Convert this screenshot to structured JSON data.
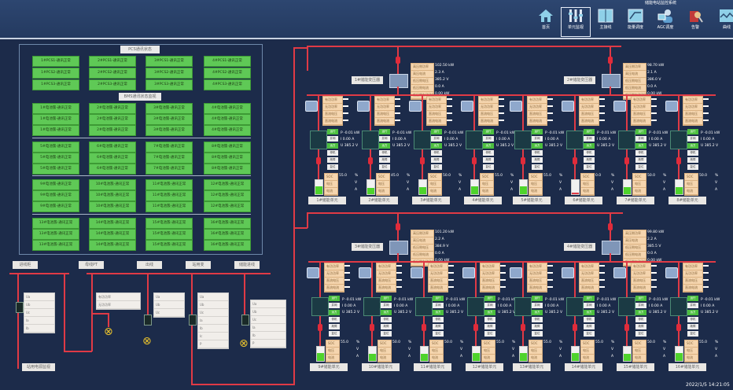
{
  "toolbar": {
    "items": [
      {
        "label": "首页",
        "icon": "home-icon"
      },
      {
        "label": "单元监视",
        "icon": "monitor-icon",
        "active": true
      },
      {
        "label": "主接线",
        "icon": "wiring-icon"
      },
      {
        "label": "能量调度",
        "icon": "dispatch-icon"
      },
      {
        "label": "AGC调度",
        "icon": "agc-icon"
      },
      {
        "label": "告警",
        "icon": "alarm-icon"
      },
      {
        "label": "曲线",
        "icon": "curve-icon"
      }
    ],
    "top_right_text": "储能电站监控系统"
  },
  "left_panel": {
    "section1_title": "PCS通讯状态",
    "section1_buttons": [
      "1#PCS1-通讯正常",
      "2#PCS1-通讯正常",
      "3#PCS1-通讯正常",
      "4#PCS1-通讯正常",
      "1#PCS2-通讯正常",
      "2#PCS2-通讯正常",
      "3#PCS2-通讯正常",
      "4#PCS2-通讯正常",
      "1#PCS3-通讯正常",
      "2#PCS3-通讯正常",
      "3#PCS3-通讯正常",
      "4#PCS3-通讯正常"
    ],
    "section2_title": "BMS通讯状态监视",
    "section2_groups": [
      [
        "1#电池簇-通讯正常",
        "2#电池簇-通讯正常",
        "3#电池簇-通讯正常",
        "4#电池簇-通讯正常",
        "1#电池簇-通讯正常",
        "2#电池簇-通讯正常",
        "3#电池簇-通讯正常",
        "4#电池簇-通讯正常",
        "1#电池簇-通讯正常",
        "2#电池簇-通讯正常",
        "3#电池簇-通讯正常",
        "4#电池簇-通讯正常"
      ],
      [
        "5#电池簇-通讯正常",
        "6#电池簇-通讯正常",
        "7#电池簇-通讯正常",
        "8#电池簇-通讯正常",
        "5#电池簇-通讯正常",
        "6#电池簇-通讯正常",
        "7#电池簇-通讯正常",
        "8#电池簇-通讯正常",
        "5#电池簇-通讯正常",
        "6#电池簇-通讯正常",
        "7#电池簇-通讯正常",
        "8#电池簇-通讯正常"
      ],
      [
        "9#电池簇-通讯正常",
        "10#电池簇-通讯正常",
        "11#电池簇-通讯正常",
        "12#电池簇-通讯正常",
        "9#电池簇-通讯正常",
        "10#电池簇-通讯正常",
        "11#电池簇-通讯正常",
        "12#电池簇-通讯正常",
        "9#电池簇-通讯正常",
        "10#电池簇-通讯正常",
        "11#电池簇-通讯正常",
        "12#电池簇-通讯正常"
      ],
      [
        "13#电池簇-通讯正常",
        "14#电池簇-通讯正常",
        "15#电池簇-通讯正常",
        "16#电池簇-通讯正常",
        "13#电池簇-通讯正常",
        "14#电池簇-通讯正常",
        "15#电池簇-通讯正常",
        "16#电池簇-通讯正常",
        "13#电池簇-通讯正常",
        "14#电池簇-通讯正常",
        "15#电池簇-通讯正常",
        "16#电池簇-通讯正常"
      ]
    ]
  },
  "feeder": {
    "labels": [
      "进线柜",
      "母线PT",
      "出线",
      "站用变",
      "储能进线"
    ],
    "bottom_label": "站用电源监视",
    "table1": [
      "Ua",
      "Ub",
      "Uc",
      "Ia",
      "Ib"
    ],
    "table2": [
      "有功功率",
      "无功功率"
    ],
    "table3": [
      "Ua",
      "Ub",
      "Uc"
    ],
    "table4": [
      "Ua",
      "Ub",
      "Uc",
      "Ia",
      "Ib",
      "Ic",
      "P"
    ],
    "table5": [
      "Ua",
      "Ub",
      "Uc",
      "Ia",
      "Ib",
      "P"
    ]
  },
  "units": [
    {
      "name": "1#储能变压器",
      "xfmr_rows": [
        "高压侧功率",
        "高压电流",
        "低压侧电压",
        "低压侧电流",
        "低压侧有功功率"
      ],
      "xfmr_vals": [
        "102.50 kW",
        "2.3 A",
        "385.2 V",
        "0.0 A",
        "0.00 kW"
      ]
    },
    {
      "name": "2#储能变压器",
      "xfmr_rows": [
        "高压侧功率",
        "高压电流",
        "低压侧电压",
        "低压侧电流",
        "低压侧有功功率"
      ],
      "xfmr_vals": [
        "98.70 kW",
        "2.1 A",
        "386.0 V",
        "0.0 A",
        "0.00 kW"
      ]
    },
    {
      "name": "3#储能变压器",
      "xfmr_rows": [
        "高压侧功率",
        "高压电流",
        "低压侧电压",
        "低压侧电流",
        "低压侧有功功率"
      ],
      "xfmr_vals": [
        "101.20 kW",
        "2.2 A",
        "384.9 V",
        "0.0 A",
        "0.00 kW"
      ]
    },
    {
      "name": "4#储能变压器",
      "xfmr_rows": [
        "高压侧功率",
        "高压电流",
        "低压侧电压",
        "低压侧电流",
        "低压侧有功功率"
      ],
      "xfmr_vals": [
        "99.80 kW",
        "2.2 A",
        "385.5 V",
        "0.0 A",
        "0.00 kW"
      ]
    }
  ],
  "branch": {
    "pcs_rows": [
      "有功功率",
      "无功功率",
      "直流电压",
      "直流电流"
    ],
    "status": [
      "运行",
      "并网",
      "远方",
      "停机",
      "故障",
      "复位"
    ],
    "cab_vals": [
      "P -0.01 kW",
      "I 0.00 A",
      "U 385.2 V"
    ],
    "batt_rows": [
      "SOC",
      "电压",
      "电流"
    ],
    "batt_units": [
      "%",
      "V",
      "A"
    ],
    "names": [
      "1#储能单元",
      "2#储能单元",
      "3#储能单元",
      "4#储能单元",
      "5#储能单元",
      "6#储能单元",
      "7#储能单元",
      "8#储能单元",
      "9#储能单元",
      "10#储能单元",
      "11#储能单元",
      "12#储能单元",
      "13#储能单元",
      "14#储能单元",
      "15#储能单元",
      "16#储能单元"
    ],
    "soc": [
      0.55,
      0.45,
      0.5,
      0.55,
      0.55,
      0.0,
      0.5,
      0.5,
      0.55,
      0.5,
      0.5,
      0.55,
      0.55,
      0.55,
      0.5,
      0.55
    ],
    "soc_vals": [
      "55.0",
      "45.0",
      "50.0",
      "55.0",
      "55.0",
      "0.0",
      "50.0",
      "50.0",
      "55.0",
      "50.0",
      "50.0",
      "55.0",
      "55.0",
      "55.0",
      "50.0",
      "55.0"
    ]
  },
  "status_bar": {
    "timestamp": "2022/1/5 14:21:05"
  },
  "colors": {
    "bus": "#e03a45",
    "ok": "#5fc956",
    "background": "#1c2b4a"
  }
}
